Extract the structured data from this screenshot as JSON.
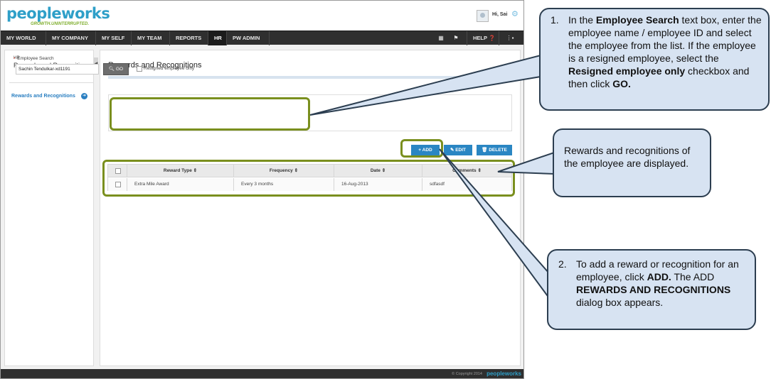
{
  "header": {
    "logo": "peopleworks",
    "tagline": "GROWTH.UNINTERRUPTED.",
    "greeting": "Hi, Sai",
    "settings_icon": "gear-icon",
    "avatar_icon": "user-avatar"
  },
  "nav": {
    "items": [
      "MY WORLD",
      "MY COMPANY",
      "MY SELF",
      "MY TEAM",
      "REPORTS",
      "HR",
      "PW ADMIN"
    ],
    "active": "HR",
    "help_label": "HELP",
    "icons": [
      "book-icon",
      "flag-icon",
      "help-circle-icon",
      "sitemap-icon"
    ]
  },
  "sidebar": {
    "small_label": "HR",
    "title": "Rewards and Recognitions",
    "link": "Rewards and Recognitions"
  },
  "main": {
    "title": "Rewards and Recognitions",
    "search": {
      "label": "Employee Search",
      "value": "Sachin Tendulkar-xd1191",
      "go_label": "GO",
      "resigned_label": "Resigned employee only"
    },
    "actions": {
      "add": "ADD",
      "edit": "EDIT",
      "delete": "DELETE"
    },
    "grid": {
      "columns": [
        "Reward Type",
        "Frequency",
        "Date",
        "Comments"
      ],
      "rows": [
        [
          "Extra Mile Award",
          "Every 3 months",
          "16-Aug-2013",
          "sdfasdf"
        ]
      ]
    }
  },
  "footer": {
    "copyright": "© Copyright 2014",
    "logo": "peopleworks"
  },
  "callouts": {
    "one": {
      "number": "1.",
      "p1": "In the ",
      "b1": "Employee Search",
      "p2": " text box, enter the employee name / employee ID and select the employee from the list.  If the employee is a resigned employee, select  the ",
      "b2": "Resigned employee only",
      "p3": "  checkbox and then click ",
      "b3": "GO."
    },
    "two": {
      "text": "Rewards and recognitions of the employee are displayed."
    },
    "three": {
      "number": "2.",
      "p1": "To add a reward or recognition for an employee, click ",
      "b1": "ADD.",
      "p2": " The ADD ",
      "b2": "REWARDS AND RECOGNITIONS",
      "p3": " dialog box appears."
    }
  },
  "colors": {
    "accent": "#2a86c3",
    "highlight": "#7a8f1e",
    "callout_fill": "#d7e3f2",
    "nav_bg": "#2f2f2f"
  }
}
